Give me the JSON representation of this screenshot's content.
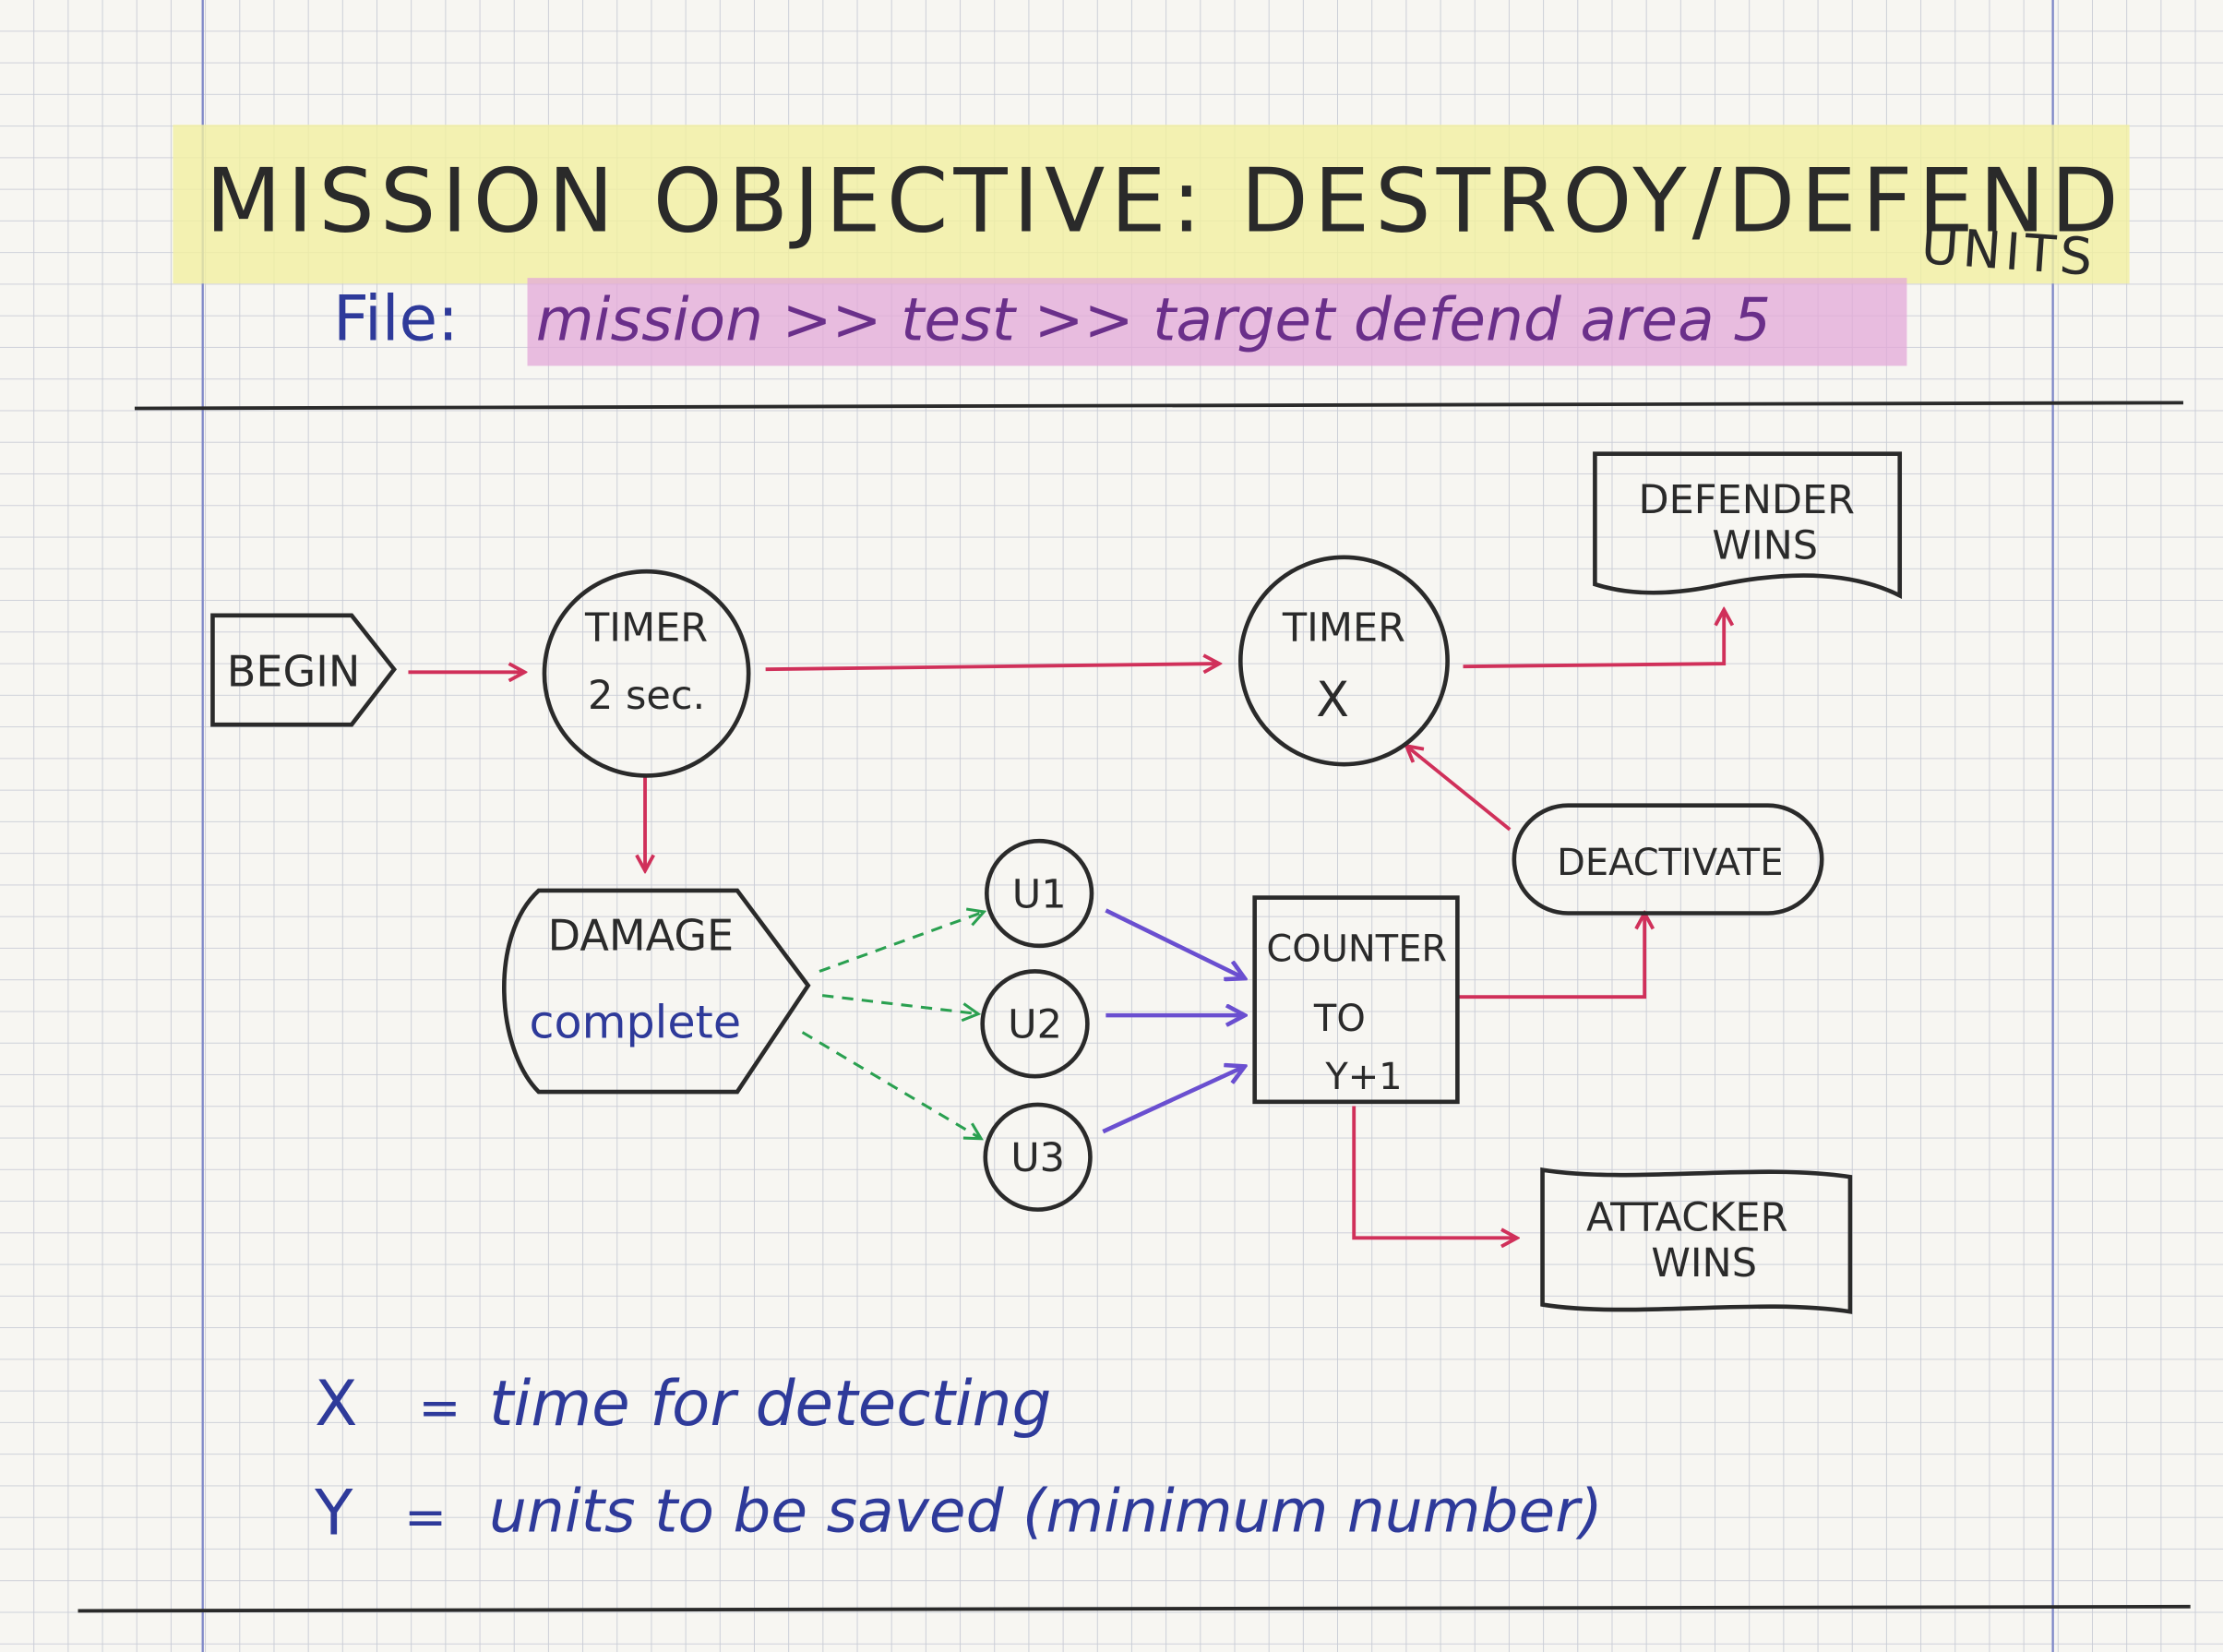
{
  "title": "MISSION OBJECTIVE: DESTROY/DEFEND",
  "title_suffix": "UNITS",
  "file_label": "File:",
  "file_path": "mission >> test >> target defend area 5",
  "nodes": {
    "begin": "BEGIN",
    "timer1_line1": "TIMER",
    "timer1_line2": "2 sec.",
    "timer2_line1": "TIMER",
    "timer2_line2": "X",
    "damage_line1": "DAMAGE",
    "damage_line2": "complete",
    "u1": "U1",
    "u2": "U2",
    "u3": "U3",
    "counter_line1": "COUNTER",
    "counter_line2": "TO",
    "counter_line3": "Y+1",
    "deactivate": "DEACTIVATE",
    "defender_line1": "DEFENDER",
    "defender_line2": "WINS",
    "attacker_line1": "ATTACKER",
    "attacker_line2": "WINS"
  },
  "legend": {
    "x_var": "X",
    "x_eq": "=",
    "x_desc": "time for detecting",
    "y_var": "Y",
    "y_eq": "=",
    "y_desc": "units to be saved (minimum number)"
  },
  "colors": {
    "paper": "#f7f6f2",
    "grid": "#c9ccd6",
    "margin": "#7f88c8",
    "highlight_yellow": "#f1f0a0",
    "highlight_pink": "#e3a8d8",
    "flow_red": "#d0305a",
    "flow_violet": "#6a4fd0",
    "flow_green": "#2aa050"
  }
}
